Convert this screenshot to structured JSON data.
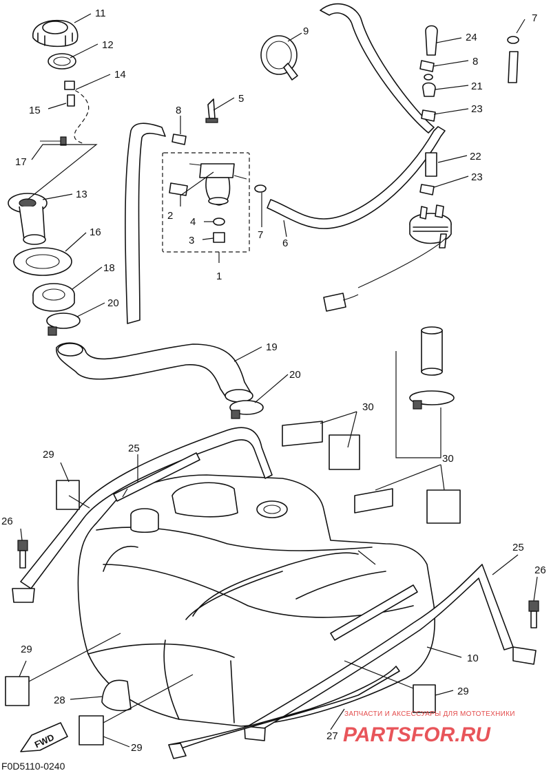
{
  "diagram_code": "F0D5110-0240",
  "direction_label": "FWD",
  "watermark": {
    "caption": "ЗАПЧАСТИ И АКСЕССУАРЫ ДЛЯ МОТОТЕХНИКИ",
    "brand": "PARTSFOR.RU",
    "color": "#e8555a"
  },
  "callouts": {
    "c1": "1",
    "c2": "2",
    "c3": "3",
    "c4": "4",
    "c5": "5",
    "c6": "6",
    "c7a": "7",
    "c7b": "7",
    "c8a": "8",
    "c8b": "8",
    "c9": "9",
    "c10": "10",
    "c11": "11",
    "c12": "12",
    "c13": "13",
    "c14": "14",
    "c15": "15",
    "c16": "16",
    "c17": "17",
    "c18": "18",
    "c19": "19",
    "c20a": "20",
    "c20b": "20",
    "c21": "21",
    "c22": "22",
    "c23a": "23",
    "c23b": "23",
    "c24": "24",
    "c25a": "25",
    "c25b": "25",
    "c26a": "26",
    "c26b": "26",
    "c27": "27",
    "c28": "28",
    "c29a": "29",
    "c29b": "29",
    "c29c": "29",
    "c29d": "29",
    "c30a": "30",
    "c30b": "30"
  }
}
